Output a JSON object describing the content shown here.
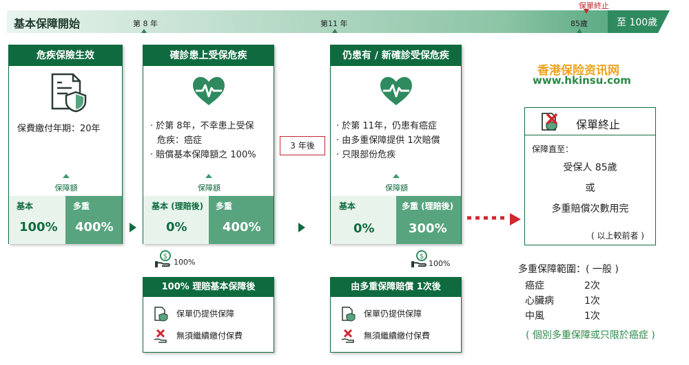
{
  "timeline": {
    "title": "基本保障開始",
    "marks": [
      "第 8 年",
      "第11 年",
      "85歲"
    ],
    "end_label": "至 100歲",
    "termination_marker": "保單終止"
  },
  "box1": {
    "title": "危疾保險生效",
    "payment_term": "保費繳付年期：20年",
    "coverage_label": "保障額",
    "basic_label": "基本",
    "basic_value": "100%",
    "multi_label": "多重",
    "multi_value": "400%"
  },
  "box2": {
    "title": "確診患上受保危疾",
    "bullets": [
      "‧ 於第 8年，不幸患上受保",
      "危疾：癌症",
      "‧ 賠償基本保障額之 100%"
    ],
    "coverage_label": "保障額",
    "basic_label": "基本 (理賠後)",
    "basic_value": "0%",
    "multi_label": "多重",
    "multi_value": "400%"
  },
  "box3": {
    "title": "仍患有 / 新確診受保危疾",
    "bullets": [
      "‧ 於第 11年，仍患有癌症",
      "‧ 由多重保障提供 1次賠償",
      "‧ 只限部份危疾"
    ],
    "coverage_label": "保障額",
    "basic_label": "基本",
    "basic_value": "0%",
    "multi_label": "多重 (理賠後)",
    "multi_value": "300%"
  },
  "gap_label": "3 年後",
  "payout1": "100%",
  "payout2": "100%",
  "sub1": {
    "title": "100% 理賠基本保障後",
    "row1": "保單仍提供保障",
    "row2": "無須繼續繳付保費"
  },
  "sub2": {
    "title": "由多重保障賠償 1次後",
    "row1": "保單仍提供保障",
    "row2": "無須繼續繳付保費"
  },
  "brand": {
    "name": "香港保险资讯网",
    "url": "www.hkinsu.com"
  },
  "termination": {
    "title": "保單終止",
    "coverage_until": "保障直至：",
    "line1": "受保人 85歲",
    "line2": "或",
    "line3": "多重賠償次數用完",
    "note": "( 以上較前者 )"
  },
  "multi_scope": {
    "heading": "多重保障範圍：( 一般 )",
    "rows": [
      {
        "name": "癌症",
        "times": "2次"
      },
      {
        "name": "心臟病",
        "times": "1次"
      },
      {
        "name": "中風",
        "times": "1次"
      }
    ],
    "note": "( 個別多重保障或只限於癌症 )"
  },
  "colors": {
    "primary_green": "#0f6b3f",
    "accent_green": "#58a47f",
    "light_green": "#e8f3ec",
    "red": "#c0262d",
    "brand_orange": "#f0a21e"
  }
}
